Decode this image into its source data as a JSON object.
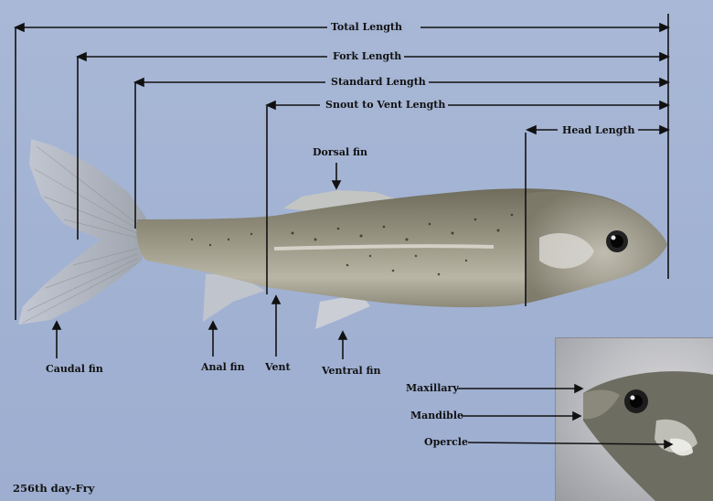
{
  "measurements": {
    "total_length": "Total Length",
    "fork_length": "Fork Length",
    "standard_length": "Standard Length",
    "snout_to_vent_length": "Snout to Vent Length",
    "head_length": "Head Length"
  },
  "fins": {
    "dorsal": "Dorsal fin",
    "caudal": "Caudal fin",
    "anal": "Anal fin",
    "vent": "Vent",
    "ventral": "Ventral fin"
  },
  "inset": {
    "maxillary": "Maxillary",
    "mandible": "Mandible",
    "opercle": "Opercle"
  },
  "caption": "256th day-Fry",
  "colors": {
    "background": "#a4b4d4",
    "fish_body": "#8d8a78",
    "line": "#111111"
  }
}
